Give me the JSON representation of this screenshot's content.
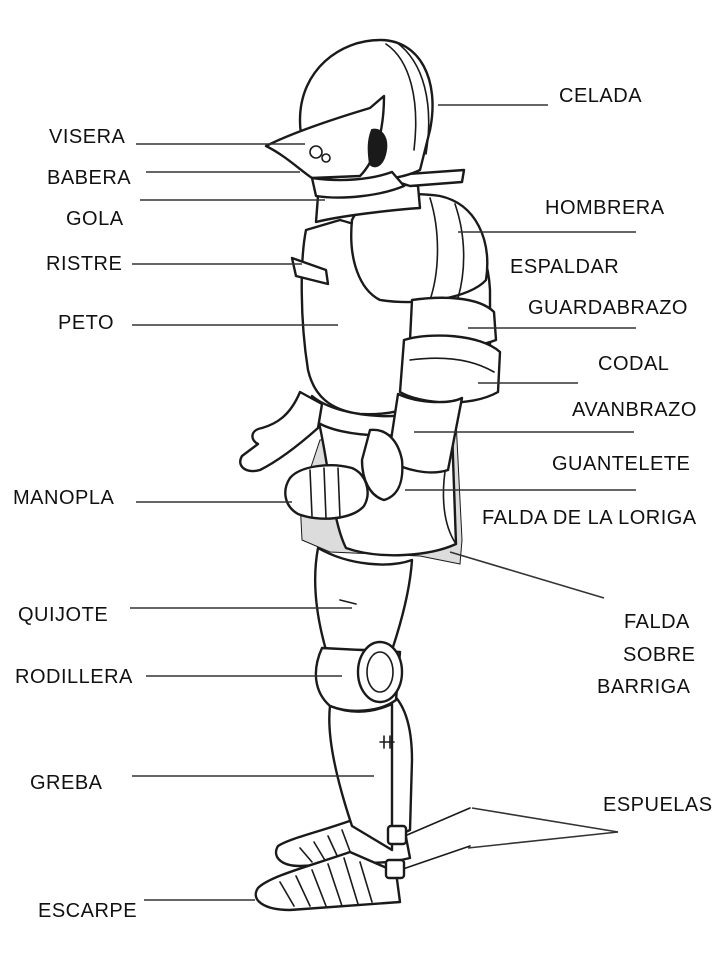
{
  "labels": {
    "celada": "CELADA",
    "visera": "VISERA",
    "babera": "BABERA",
    "gola": "GOLA",
    "hombrera": "HOMBRERA",
    "ristre": "RISTRE",
    "espaldar": "ESPALDAR",
    "guardabrazo": "GUARDABRAZO",
    "peto": "PETO",
    "codal": "CODAL",
    "avanbrazo": "AVANBRAZO",
    "guantelete": "GUANTELETE",
    "manopla": "MANOPLA",
    "falda_loriga": "FALDA DE LA LORIGA",
    "quijote": "QUIJOTE",
    "falda_sobre_1": "FALDA",
    "falda_sobre_2": "SOBRE",
    "falda_sobre_3": "BARRIGA",
    "rodillera": "RODILLERA",
    "greba": "GREBA",
    "espuelas": "ESPUELAS",
    "escarpe": "ESCARPE"
  }
}
